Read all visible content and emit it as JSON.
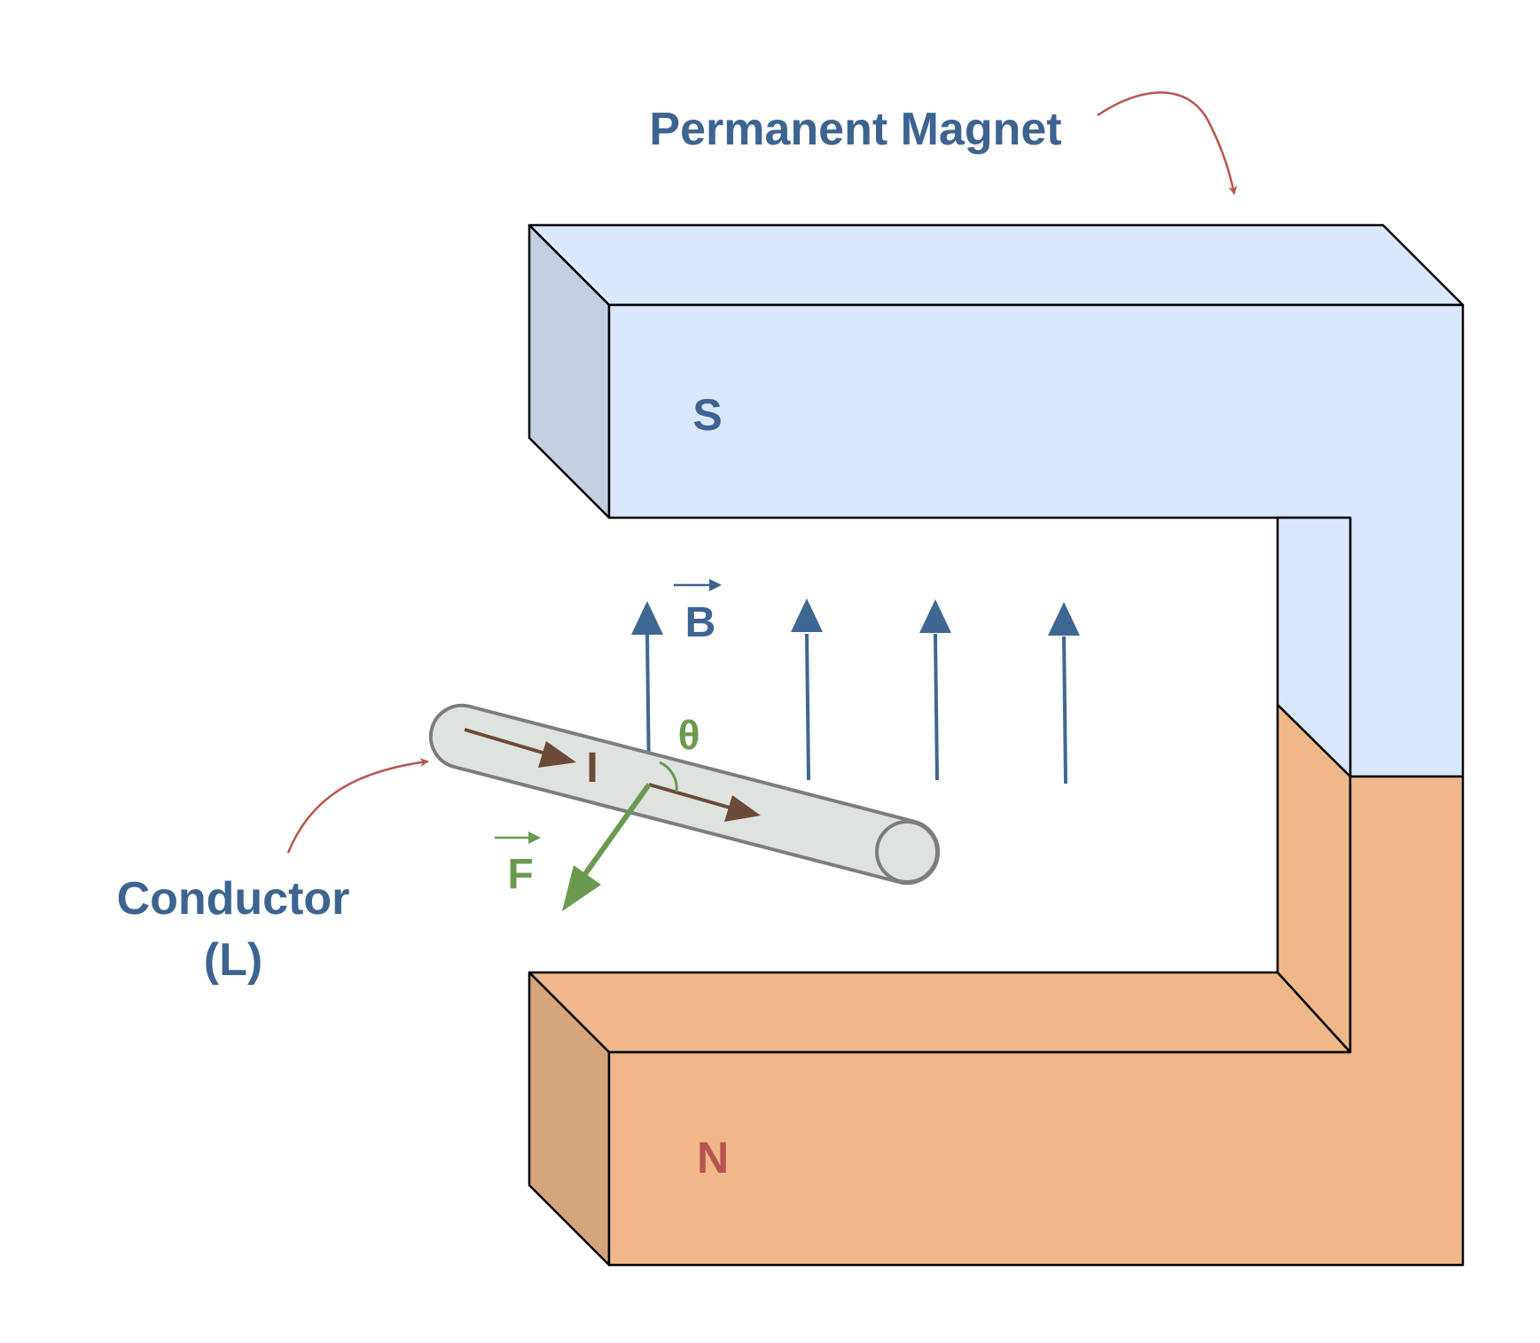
{
  "labels": {
    "permanent_magnet": "Permanent Magnet",
    "south_pole": "S",
    "north_pole": "N",
    "field": "B",
    "current": "I",
    "angle": "θ",
    "force": "F",
    "conductor_line1": "Conductor",
    "conductor_line2": "(L)"
  },
  "colors": {
    "label_blue": "#3d6491",
    "pointer_red": "#b85450",
    "magnet_top": "#dae8fc",
    "magnet_top_side": "#c3d0e2",
    "magnet_bottom": "#f0b889",
    "magnet_bottom_side": "#d6a47a",
    "field_arrow": "#3f6794",
    "current_arrow": "#6b4a38",
    "force_arrow": "#6a9a50",
    "conductor_fill": "#dfe3e0",
    "conductor_stroke": "#7d7d7d"
  },
  "field_arrow_count": 4
}
